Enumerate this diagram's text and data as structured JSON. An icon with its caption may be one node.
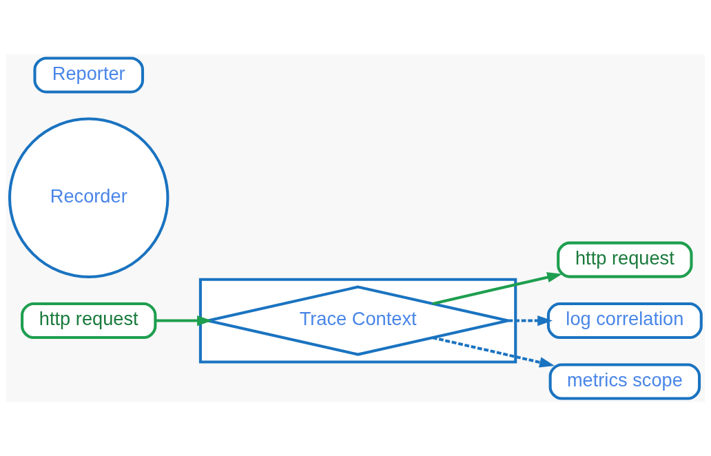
{
  "diagram": {
    "nodes": [
      {
        "text": [],
        "shape": "box"
      },
      {
        "text": [
          "http request"
        ]
      },
      {
        "text": [
          "Trace Context"
        ],
        "in": 0
      },
      {
        "text": [
          "http request"
        ]
      },
      {
        "text": [
          "log correlation"
        ]
      },
      {
        "text": [
          "metrics scope"
        ]
      },
      {
        "text": [
          "Recorder"
        ]
      },
      {
        "text": [
          "Reporter"
        ]
      }
    ],
    "edges": [
      {
        "from": 1,
        "to": 2,
        "arrow": "to",
        "color": "#1e9e4f"
      },
      {
        "from": 2,
        "to": 3,
        "arrow": "to",
        "color": "#1e9e4f"
      },
      {
        "from": 2,
        "to": 4,
        "arrow": "to",
        "style": "dashed",
        "color": "#1a73c0"
      },
      {
        "from": 2,
        "to": 5,
        "arrow": "to",
        "style": "dashed",
        "color": "#1a73c0"
      }
    ]
  }
}
